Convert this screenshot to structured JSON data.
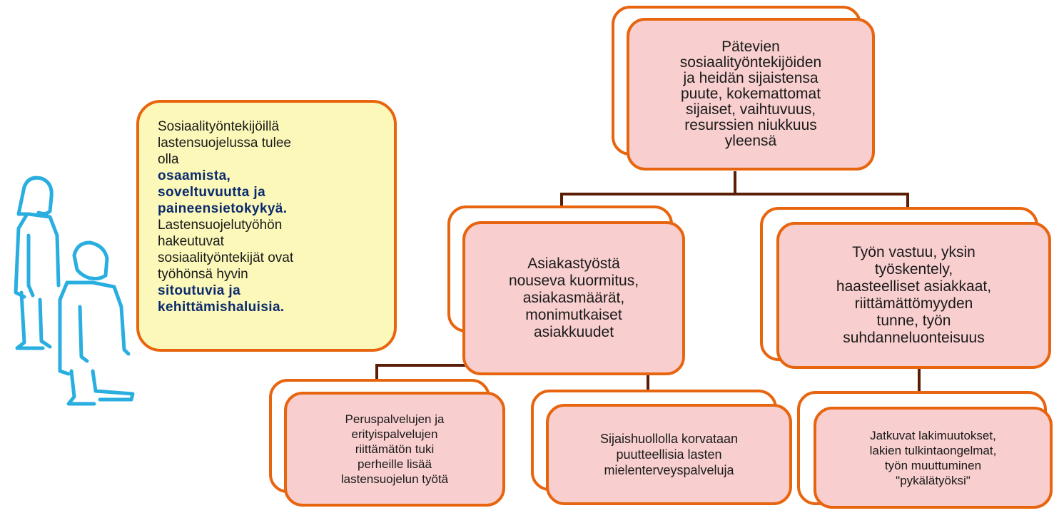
{
  "colors": {
    "connector": "#5a1d05",
    "box_border": "#e8650f",
    "box_fill": "#f8cece",
    "note_fill": "#fbf8b9",
    "figure": "#29aee0"
  },
  "illustration": {
    "name": "two-people-illustration"
  },
  "note": {
    "lines": [
      {
        "text": "Sosiaalityöntekijöillä",
        "bold": false
      },
      {
        "text": "lastensuojelussa tulee",
        "bold": false
      },
      {
        "text": "olla",
        "bold": false
      },
      {
        "text": "osaamista,",
        "bold": true
      },
      {
        "text": "soveltuvuutta ja",
        "bold": true
      },
      {
        "text": "paineensietokykyä.",
        "bold": true
      },
      {
        "text": "Lastensuojelutyöhön",
        "bold": false
      },
      {
        "text": "hakeutuvat",
        "bold": false
      },
      {
        "text": "sosiaalityöntekijät ovat",
        "bold": false
      },
      {
        "text": "työhönsä hyvin",
        "bold": false
      },
      {
        "text": "sitoutuvia ja",
        "bold": true
      },
      {
        "text": "kehittämishaluisia.",
        "bold": true
      }
    ]
  },
  "tree": {
    "root": "Pätevien\nsosiaalityöntekijöiden\nja heidän sijaistensa\npuute, kokemattomat\nsijaiset, vaihtuvuus,\nresurssien niukkuus\nyleensä",
    "left": "Asiakastyöstä\nnouseva kuormitus,\nasiakasmäärät,\nmonimutkaiset\nasiakkuudet",
    "right": "Työn vastuu, yksin\ntyöskentely,\nhaasteelliset asiakkaat,\nriittämättömyyden\ntunne, työn\nsuhdanneluonteisuus",
    "left_left": "Peruspalvelujen ja\nerityispalvelujen\nriittämätön tuki\nperheille lisää\nlastensuojelun työtä",
    "left_right": "Sijaishuollolla korvataan\npuutteellisia lasten\nmielenterveyspalveluja",
    "right_child": "Jatkuvat lakimuutokset,\nlakien tulkintaongelmat,\ntyön muuttuminen\n\"pykälätyöksi\""
  }
}
